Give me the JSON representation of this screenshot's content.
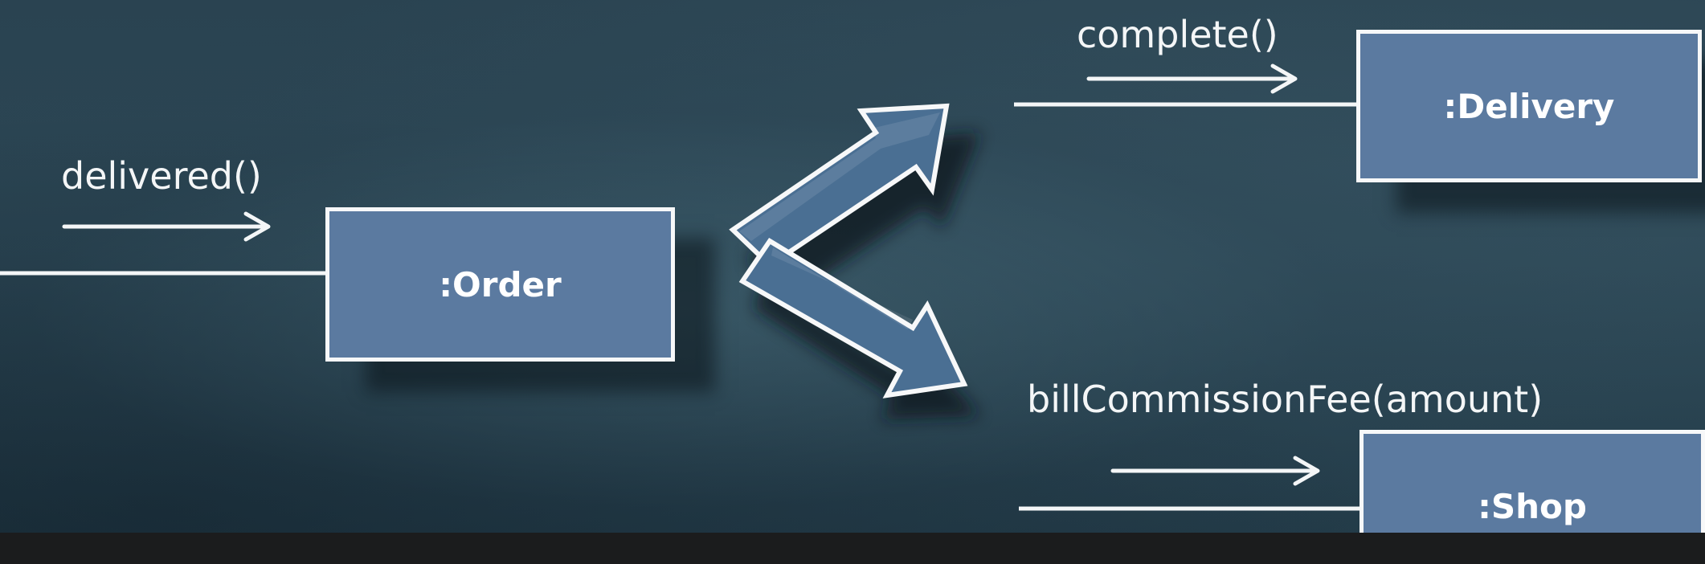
{
  "messages": {
    "delivered": "delivered()",
    "complete": "complete()",
    "bill_commission_fee": "billCommissionFee(amount)"
  },
  "objects": {
    "order": ":Order",
    "delivery": ":Delivery",
    "shop": ":Shop"
  },
  "colors": {
    "box_fill": "#5b7aa0",
    "box_border": "#f7f8f9",
    "arrow_fill": "#4a6f93",
    "line": "#f4f6f7",
    "background": "#2a4351"
  }
}
